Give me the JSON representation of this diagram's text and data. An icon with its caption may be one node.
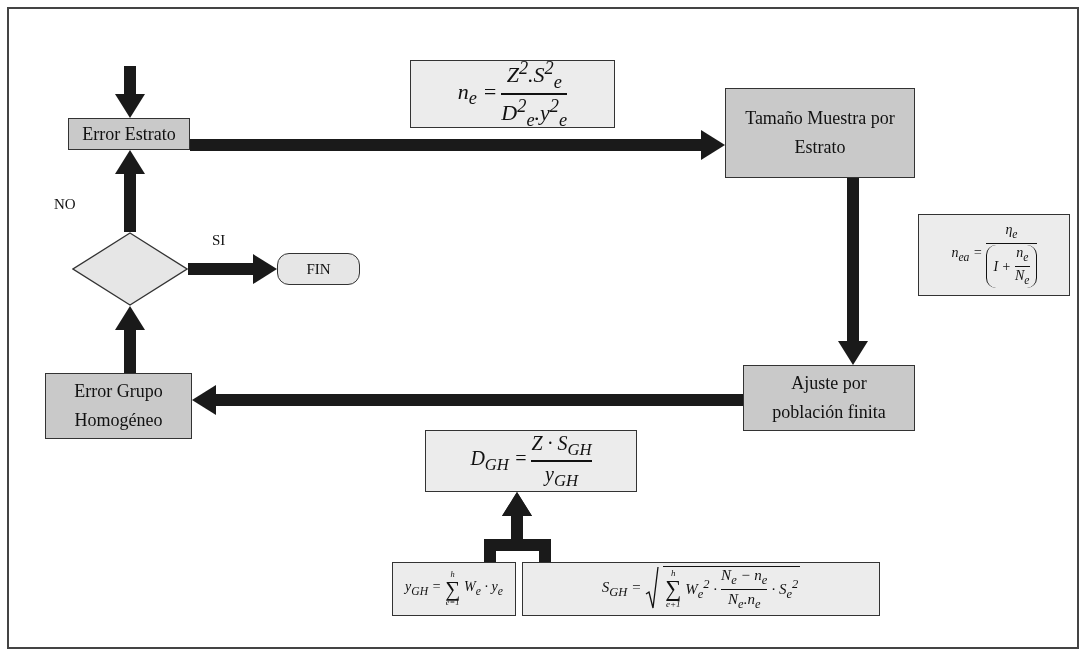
{
  "diagram": {
    "nodes": [
      {
        "text": [
          "Error Estrato"
        ]
      },
      {
        "text": [],
        "shape": "diamond"
      },
      {
        "text": [
          "FIN"
        ]
      },
      {
        "text": [
          "Error Grupo Homogéneo"
        ]
      },
      {
        "text": [
          "Tamaño Muestra por Estrato"
        ]
      },
      {
        "text": [
          "Ajuste por población finita"
        ]
      },
      {
        "text": [
          "n$_{e}$ =",
          "Z$^{2}$.S$^{2}$$_{e}$",
          "D$^{2}$$_{e}$.y$^{2}$$_{e}$"
        ]
      },
      {
        "text": [
          "n$_{ea}$ =",
          "η$_{e}$",
          "I +",
          "n$_{e}$",
          "N$_{e}$"
        ]
      },
      {
        "text": [
          "D$_{GH}$ =",
          "Z · S$_{GH}$",
          "y$_{GH}$"
        ]
      },
      {
        "text": [
          "y$_{GH}$ =",
          "h",
          "∑",
          "e=1",
          "W$_{e}$ · y$_{e}$"
        ]
      },
      {
        "text": [
          "S$_{GH}$ =",
          "h",
          "∑",
          "e+1",
          "W$_{e}$$^{2}$ ·",
          "N$_{e}$ − n$_{e}$",
          "N$_{e}$.n$_{e}$",
          "· S$_{e}$$^{2}$"
        ]
      }
    ],
    "edges": [
      {
        "from": null,
        "to": 0,
        "arrow": "to"
      },
      {
        "from": 1,
        "to": 0,
        "arrow": "to",
        "label": "NO"
      },
      {
        "from": 1,
        "to": 2,
        "arrow": "to",
        "label": "SI"
      },
      {
        "from": 3,
        "to": 1,
        "arrow": "to"
      },
      {
        "from": 0,
        "to": 4,
        "arrow": "to"
      },
      {
        "from": 4,
        "to": 5,
        "arrow": "to"
      },
      {
        "from": 5,
        "to": 3,
        "arrow": "to"
      },
      {
        "from": 9,
        "to": 8,
        "arrow": "to"
      },
      {
        "from": 10,
        "to": 8,
        "arrow": "to"
      }
    ]
  }
}
